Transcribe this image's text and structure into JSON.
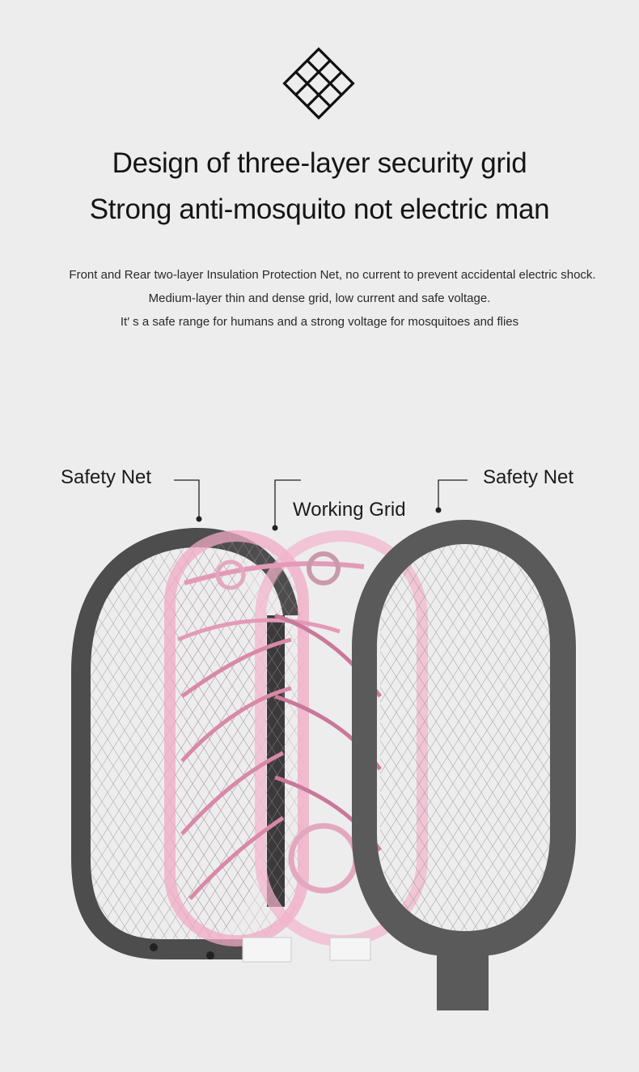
{
  "header": {
    "logo_icon": "diamond-grid-icon",
    "title_line1": "Design of three-layer security grid",
    "title_line2": "Strong anti-mosquito not electric man"
  },
  "description": {
    "line1": "Front and Rear two-layer Insulation Protection Net, no current to prevent accidental electric shock.",
    "line2": "Medium-layer thin and dense grid, low current and safe voltage.",
    "line3": "It′ s a safe range for humans and a strong voltage for mosquitoes and flies"
  },
  "diagram": {
    "label_left": "Safety Net",
    "label_middle": "Working Grid",
    "label_right": "Safety Net",
    "colors": {
      "frame": "#575757",
      "grid_pink": "#f0a9c4",
      "background": "#ededed"
    }
  }
}
